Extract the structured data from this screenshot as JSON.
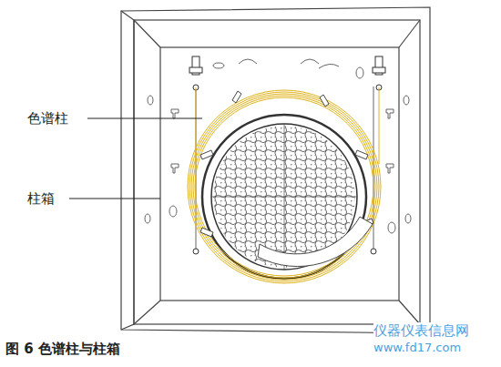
{
  "diagram": {
    "caption": "图 6 色谱柱与柱箱",
    "labels": [
      "色谱柱",
      "柱箱",
      "仪器仪表信息网",
      "www.fd17.com"
    ]
  }
}
